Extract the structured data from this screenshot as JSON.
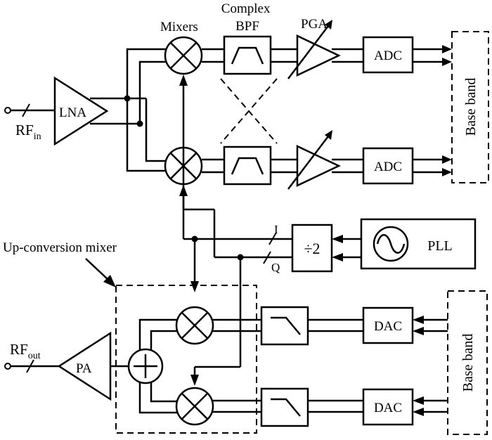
{
  "labels": {
    "mixers": "Mixers",
    "complex_line1": "Complex",
    "complex_line2": "BPF",
    "pga": "PGA",
    "lna": "LNA",
    "rf_in_main": "RF",
    "rf_in_sub": "in",
    "adc": "ADC",
    "base_band": "Base band",
    "divide_by_two": "÷2",
    "i_label": "I",
    "q_label": "Q",
    "pll": "PLL",
    "up_conversion_mixer": "Up-conversion mixer",
    "rf_out_main": "RF",
    "rf_out_sub": "out",
    "pa": "PA",
    "dac": "DAC"
  }
}
